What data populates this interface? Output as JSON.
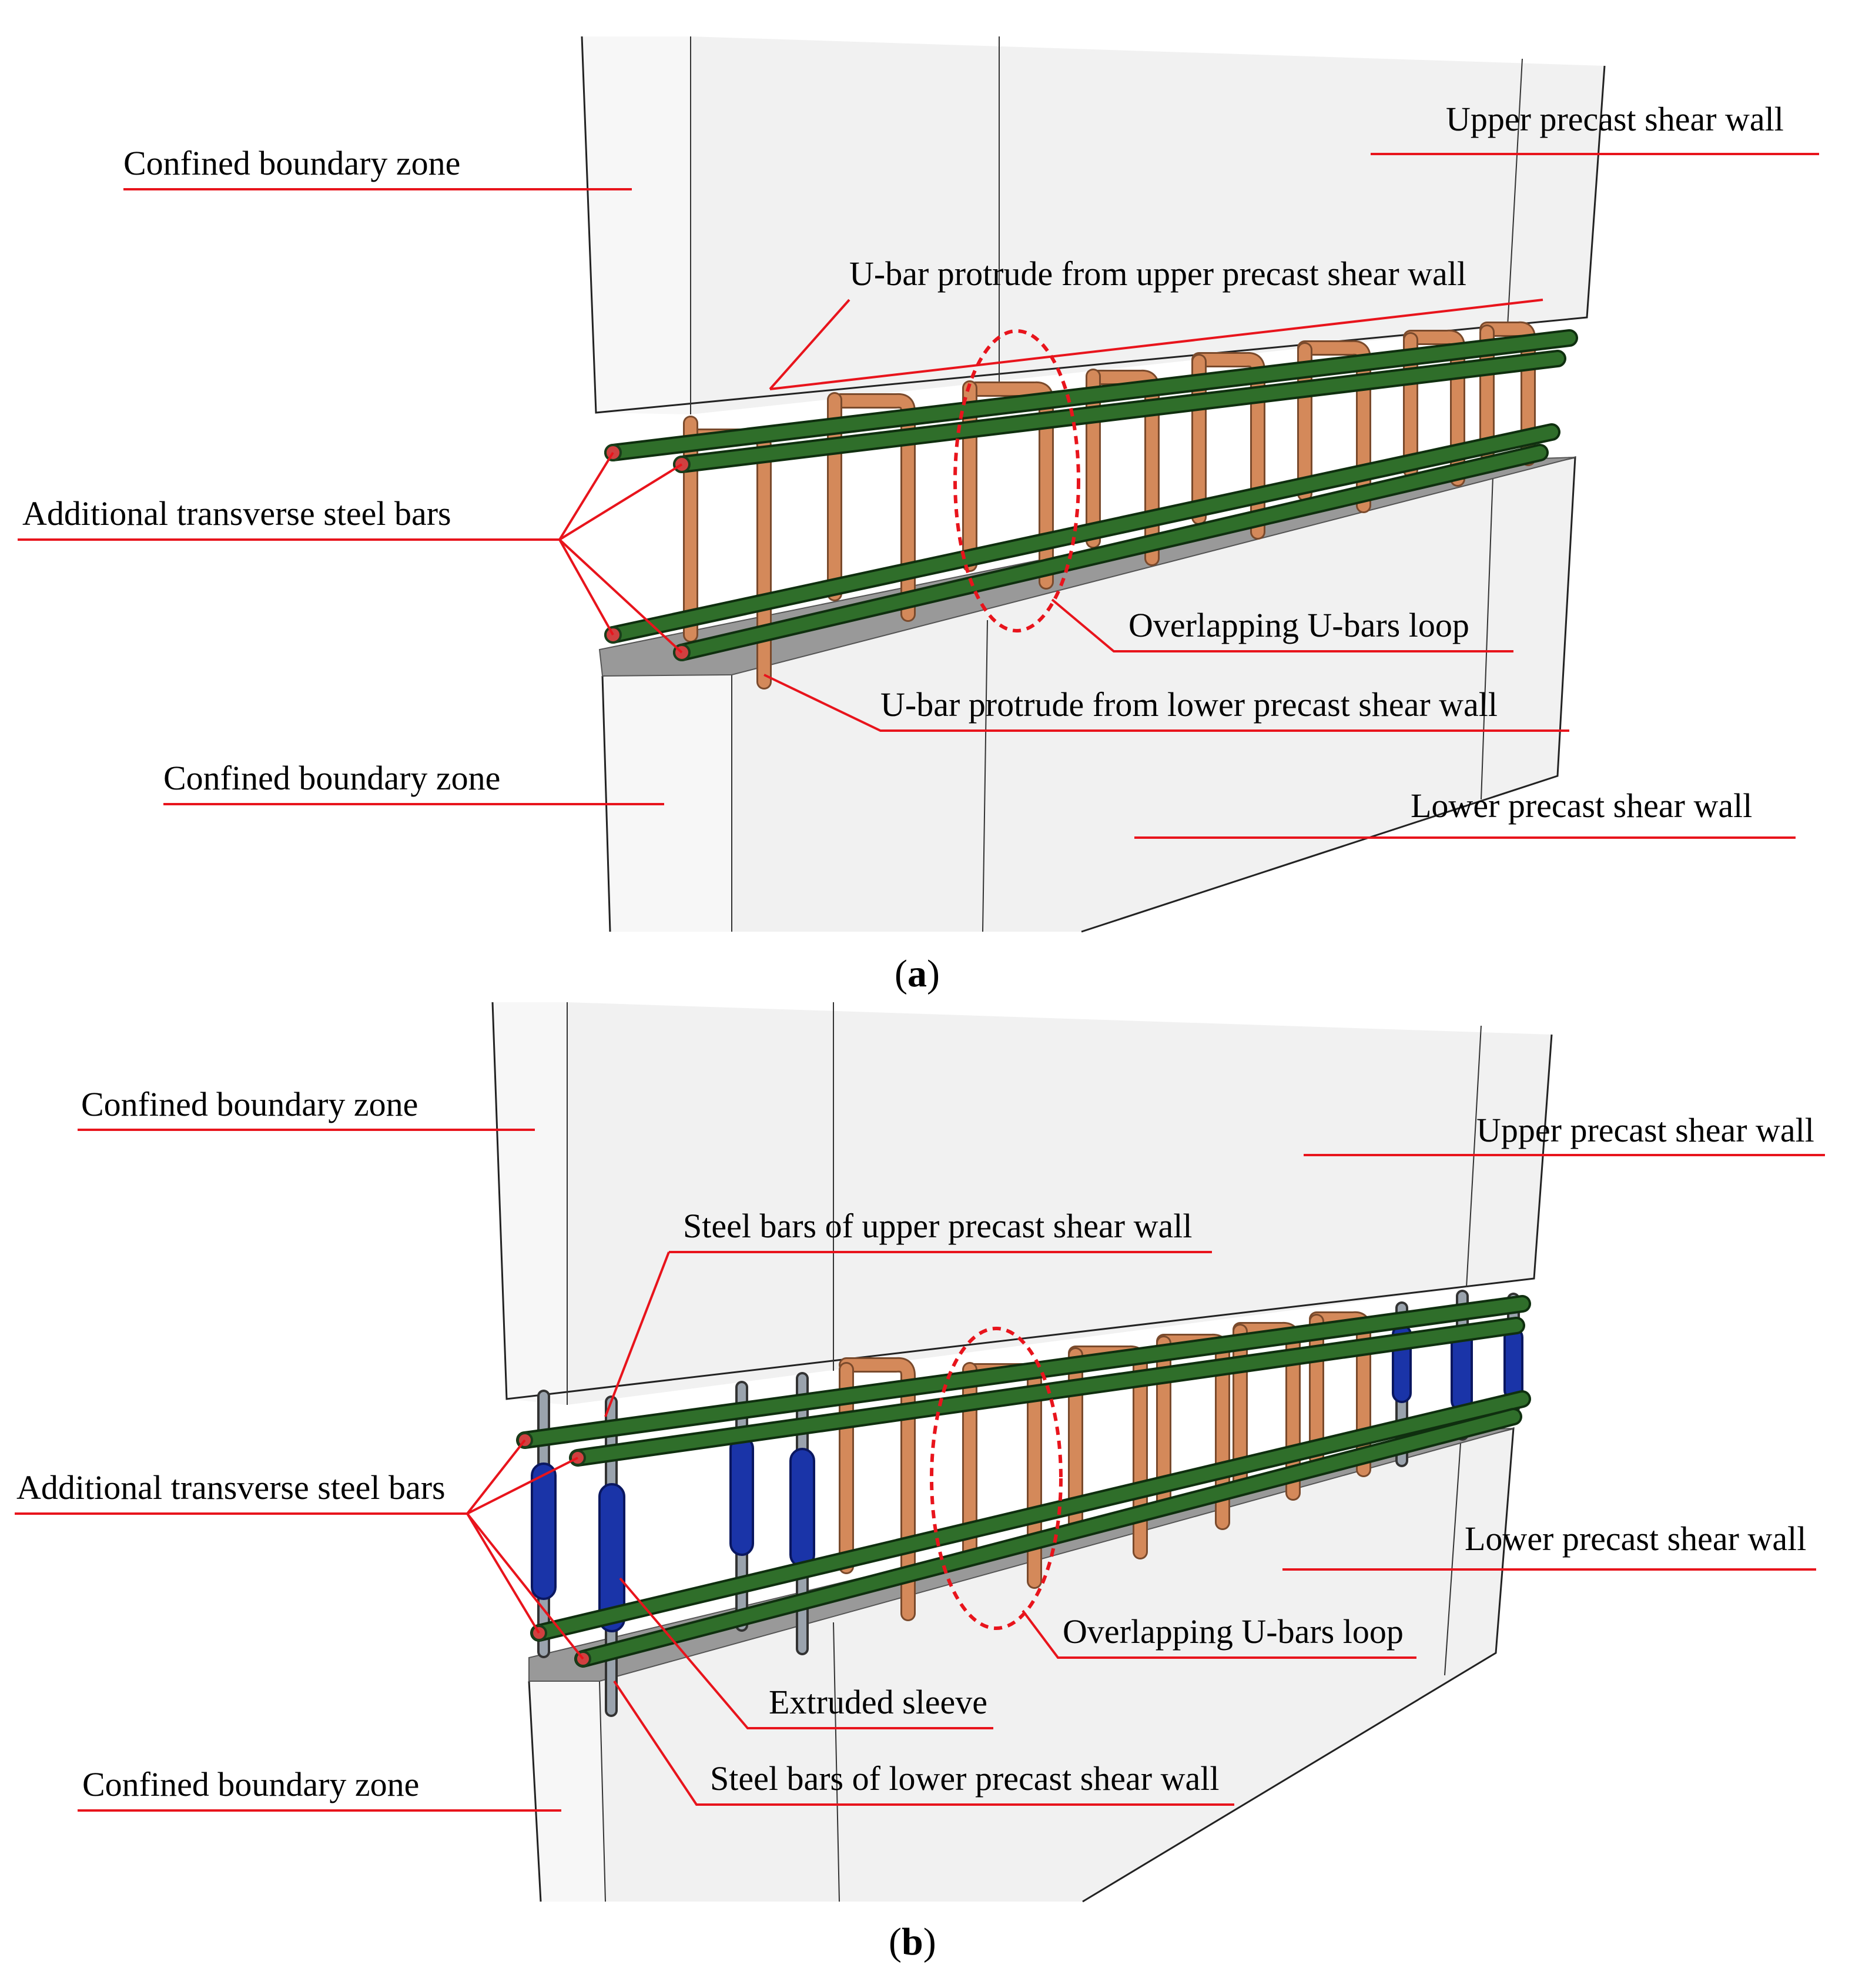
{
  "panel_a": {
    "caption": "a",
    "labels": {
      "confined_upper": "Confined boundary zone",
      "upper_wall": "Upper precast shear wall",
      "ubar_upper": "U-bar protrude from upper precast shear wall",
      "transverse": "Additional transverse steel bars",
      "overlap": "Overlapping U-bars loop",
      "ubar_lower": "U-bar protrude from lower precast shear wall",
      "confined_lower": "Confined boundary zone",
      "lower_wall": "Lower precast shear wall"
    }
  },
  "panel_b": {
    "caption": "b",
    "labels": {
      "confined_upper": "Confined boundary zone",
      "upper_wall": "Upper precast shear wall",
      "steel_upper": "Steel bars of upper precast shear wall",
      "transverse": "Additional transverse steel bars",
      "lower_wall": "Lower precast shear wall",
      "overlap": "Overlapping U-bars loop",
      "sleeve": "Extruded sleeve",
      "steel_lower": "Steel bars of lower precast shear wall",
      "confined_lower": "Confined boundary zone"
    }
  },
  "colors": {
    "leader": "#e8141c",
    "u_bar": "#d4895a",
    "transverse_bar": "#2f6e2a",
    "sleeve": "#1a34a8",
    "steel_bar": "#9aa3ad",
    "wall": "#f4f4f4",
    "joint_slab": "#999999"
  }
}
